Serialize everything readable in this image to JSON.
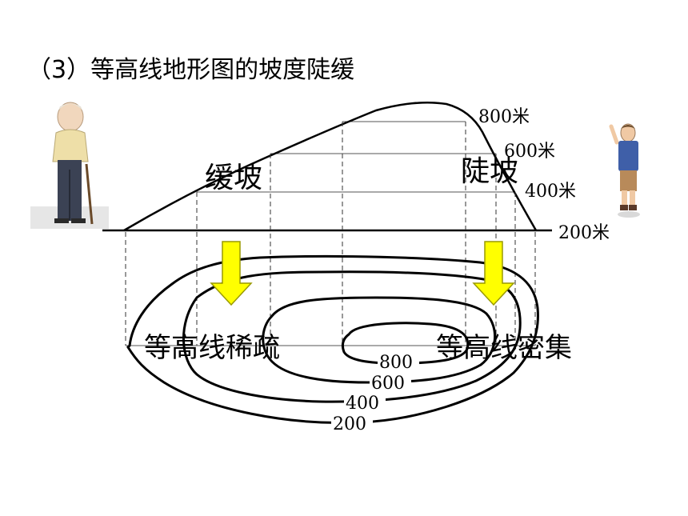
{
  "title": "（3）等高线地形图的坡度陡缓",
  "profile": {
    "elevation_labels": [
      "800米",
      "600米",
      "400米",
      "200米"
    ],
    "gentle_slope": "缓坡",
    "steep_slope": "陡坡"
  },
  "map": {
    "sparse_label": "等高线稀疏",
    "dense_label": "等高线密集",
    "contour_labels": [
      "800",
      "600",
      "400",
      "200"
    ]
  },
  "figures": {
    "left": "elderly-man-with-cane",
    "right": "boy-pointing-up"
  },
  "colors": {
    "arrow_fill": "#ffff00",
    "arrow_stroke": "#999900",
    "line": "#000000"
  }
}
